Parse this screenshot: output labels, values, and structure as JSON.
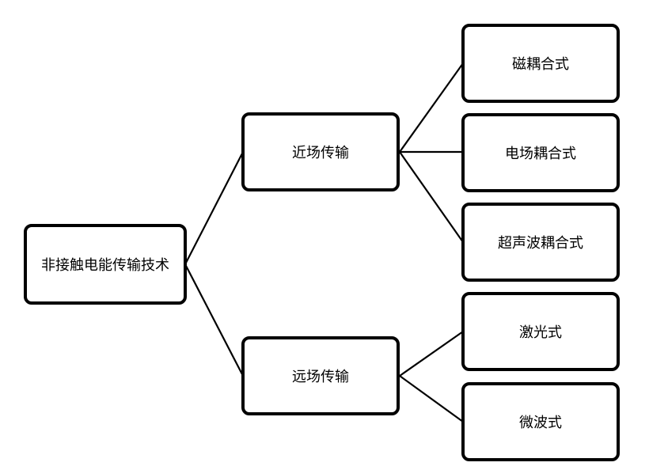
{
  "diagram": {
    "root": "非接触电能传输技术",
    "near": {
      "label": "近场传输",
      "children": [
        "磁耦合式",
        "电场耦合式",
        "超声波耦合式"
      ]
    },
    "far": {
      "label": "远场传输",
      "children": [
        "激光式",
        "微波式"
      ]
    }
  }
}
